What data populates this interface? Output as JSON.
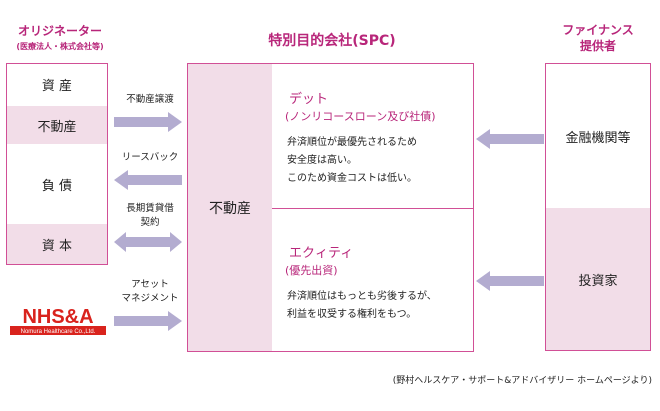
{
  "originator": {
    "title": "オリジネーター",
    "subtitle": "(医療法人・株式会社等)",
    "rows": [
      "資 産",
      "不動産",
      "負 債",
      "資 本"
    ]
  },
  "spc": {
    "title": "特別目的会社(SPC)",
    "left_label": "不動産",
    "debt": {
      "heading": "デット",
      "subheading": "(ノンリコースローン及び社債)",
      "lines": [
        "弁済順位が最優先されるため",
        "安全度は高い。",
        "このため資金コストは低い。"
      ]
    },
    "equity": {
      "heading": "エクィティ",
      "subheading": "(優先出資)",
      "lines": [
        "弁済順位はもっとも劣後するが、",
        "利益を収受する権利をもつ。"
      ]
    }
  },
  "finance": {
    "title_line1": "ファイナンス",
    "title_line2": "提供者",
    "rows": [
      "金融機関等",
      "投資家"
    ]
  },
  "arrows": {
    "transfer": "不動産譲渡",
    "leaseback": "リースバック",
    "lease_line1": "長期賃貸借",
    "lease_line2": "契約",
    "am_line1": "アセット",
    "am_line2": "マネジメント"
  },
  "logo": {
    "text": "NHS&A",
    "subtext": "Nomura Healthcare Co.,Ltd."
  },
  "footer": "(野村ヘルスケア・サポート&アドバイザリー ホームページより)",
  "colors": {
    "accent": "#b8267a",
    "border": "#d14f96",
    "shade": "#f2dde8",
    "arrow": "#b3acd0",
    "logo_red": "#d9231d"
  }
}
